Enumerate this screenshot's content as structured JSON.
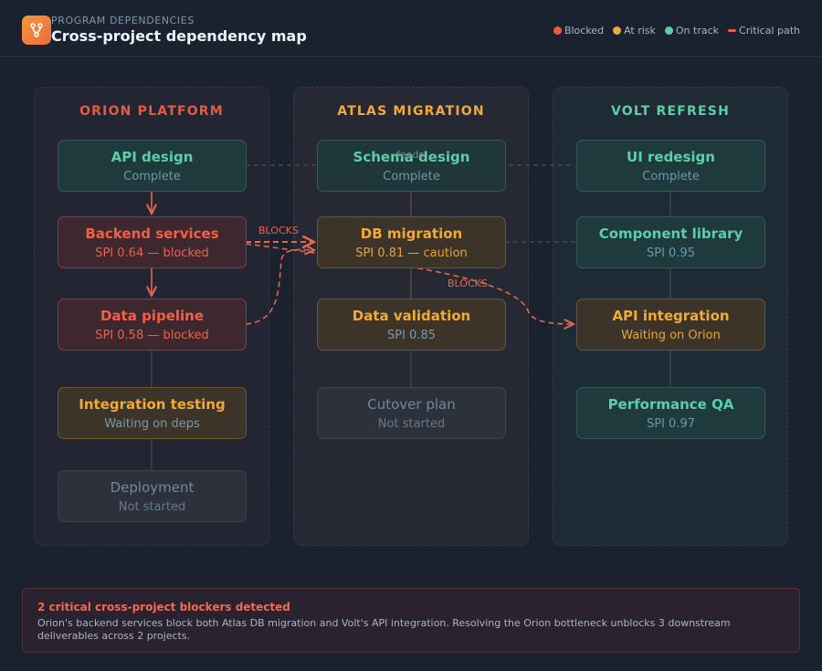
{
  "header": {
    "eyebrow": "PROGRAM DEPENDENCIES",
    "title": "Cross-project dependency map",
    "logo_icon": "branch-icon"
  },
  "legend": [
    {
      "label": "Blocked",
      "color": "#ef5a44"
    },
    {
      "label": "At risk",
      "color": "#f2a93b"
    },
    {
      "label": "On track",
      "color": "#5ccfa8"
    },
    {
      "label": "Critical path",
      "color": "#ef5a44"
    }
  ],
  "columns": [
    {
      "title": "ORION PLATFORM",
      "color": "#ef5a44",
      "nodes": [
        {
          "title": "API design",
          "sub": "Complete"
        },
        {
          "title": "Backend services",
          "sub": "SPI 0.64 — blocked"
        },
        {
          "title": "Data pipeline",
          "sub": "SPI 0.58 — blocked"
        },
        {
          "title": "Integration testing",
          "sub": "Waiting on deps"
        },
        {
          "title": "Deployment",
          "sub": "Not started"
        }
      ]
    },
    {
      "title": "ATLAS MIGRATION",
      "color": "#f2a93b",
      "nodes": [
        {
          "title": "Schema design",
          "sub": "Complete"
        },
        {
          "title": "DB migration",
          "sub": "SPI 0.81 — caution"
        },
        {
          "title": "Data validation",
          "sub": "SPI 0.85"
        },
        {
          "title": "Cutover plan",
          "sub": "Not started"
        }
      ]
    },
    {
      "title": "VOLT REFRESH",
      "color": "#5ccfa8",
      "nodes": [
        {
          "title": "UI redesign",
          "sub": "Complete"
        },
        {
          "title": "Component library",
          "sub": "SPI 0.95"
        },
        {
          "title": "API integration",
          "sub": "Waiting on Orion"
        },
        {
          "title": "Performance QA",
          "sub": "SPI 0.97"
        }
      ]
    }
  ],
  "edges": {
    "blocks_label_1": "BLOCKS",
    "blocks_label_2": "BLOCKS",
    "feeds_label": "feeds"
  },
  "alert": {
    "title": "2 critical cross-project blockers detected",
    "body": "Orion's backend services block both Atlas DB migration and Volt's API integration. Resolving the Orion bottleneck unblocks 3 downstream deliverables across 2 projects."
  }
}
